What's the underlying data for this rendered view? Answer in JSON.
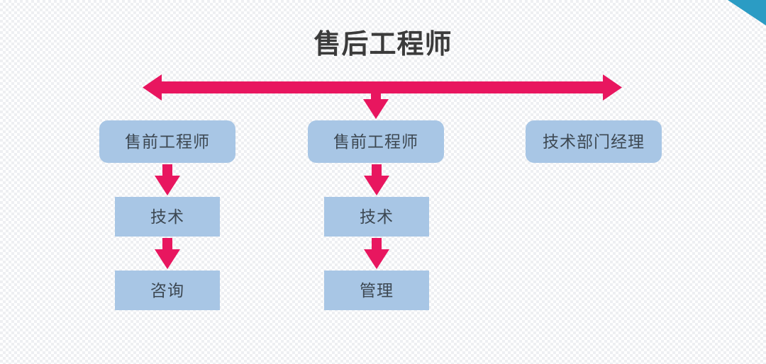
{
  "slide": {
    "title": "售后工程师",
    "background_color": "#ffffff",
    "pattern_color": "#c5cbd4",
    "corner_accent_color": "#2b9cc4",
    "node_fill_color": "#a8c6e5",
    "node_text_color": "#3d4852",
    "arrow_color": "#e8165f",
    "title_color": "#3b3b3b"
  },
  "diagram": {
    "type": "org-chart",
    "top_connector": {
      "name": "horizontal-double-arrow",
      "direction": "both",
      "label": ""
    },
    "branches": [
      {
        "id": "branch-left",
        "nodes": [
          {
            "id": "presales-1",
            "label": "售前工程师",
            "shape": "rounded-rect"
          },
          {
            "id": "tech-1",
            "label": "技术",
            "shape": "rect"
          },
          {
            "id": "consult",
            "label": "咨询",
            "shape": "rect"
          }
        ]
      },
      {
        "id": "branch-center",
        "nodes": [
          {
            "id": "presales-2",
            "label": "售前工程师",
            "shape": "rounded-rect"
          },
          {
            "id": "tech-2",
            "label": "技术",
            "shape": "rect"
          },
          {
            "id": "manage",
            "label": "管理",
            "shape": "rect"
          }
        ]
      },
      {
        "id": "branch-right",
        "nodes": [
          {
            "id": "tech-mgr",
            "label": "技术部门经理",
            "shape": "rounded-rect"
          }
        ]
      }
    ]
  }
}
